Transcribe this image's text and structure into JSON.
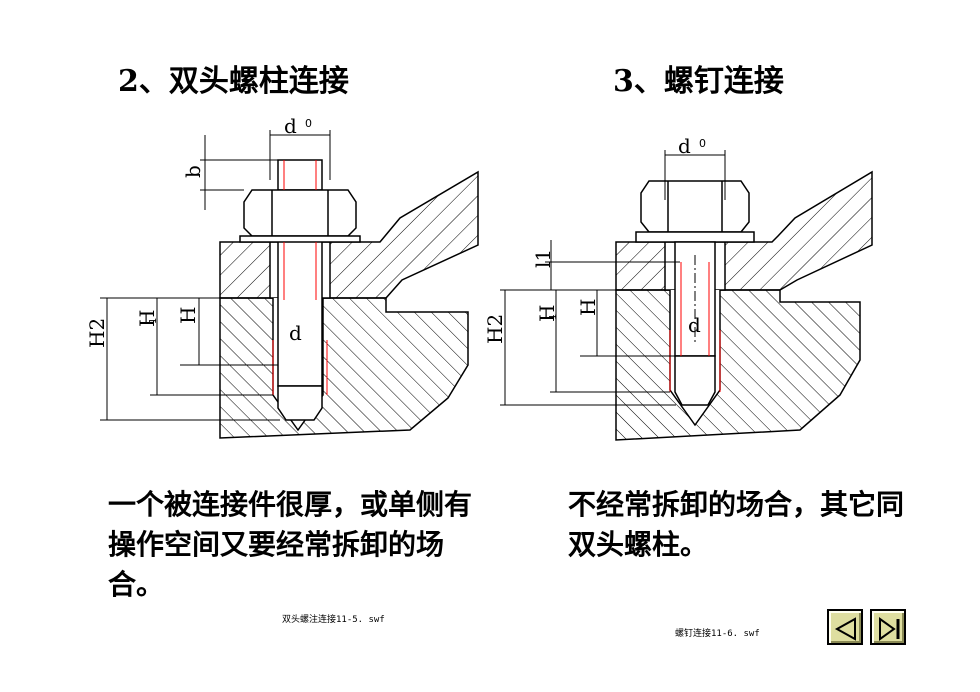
{
  "left": {
    "title": "2、双头螺柱连接",
    "description": "一个被连接件很厚，或单侧有操作空间又要经常拆卸的场合。",
    "file": "双头螺注连接11-5. swf",
    "dims": {
      "d0": "d",
      "d0_sub": "0",
      "b": "b",
      "d": "d",
      "H": "H",
      "H1": "H",
      "H1_sub": "1",
      "H2": "H2"
    }
  },
  "right": {
    "title": "3、螺钉连接",
    "description": "不经常拆卸的场合，其它同双头螺柱。",
    "file": "螺钉连接11-6. swf",
    "dims": {
      "d0": "d",
      "d0_sub": "0",
      "l1": "l1",
      "d": "d",
      "H": "H",
      "H1": "H",
      "H1_sub": "1",
      "H2": "H2"
    }
  },
  "nav": {
    "prev_icon": "triangle-left-icon",
    "next_icon": "skip-forward-icon"
  },
  "colors": {
    "thread_line": "#ff0000",
    "button_face": "#dedea0"
  }
}
